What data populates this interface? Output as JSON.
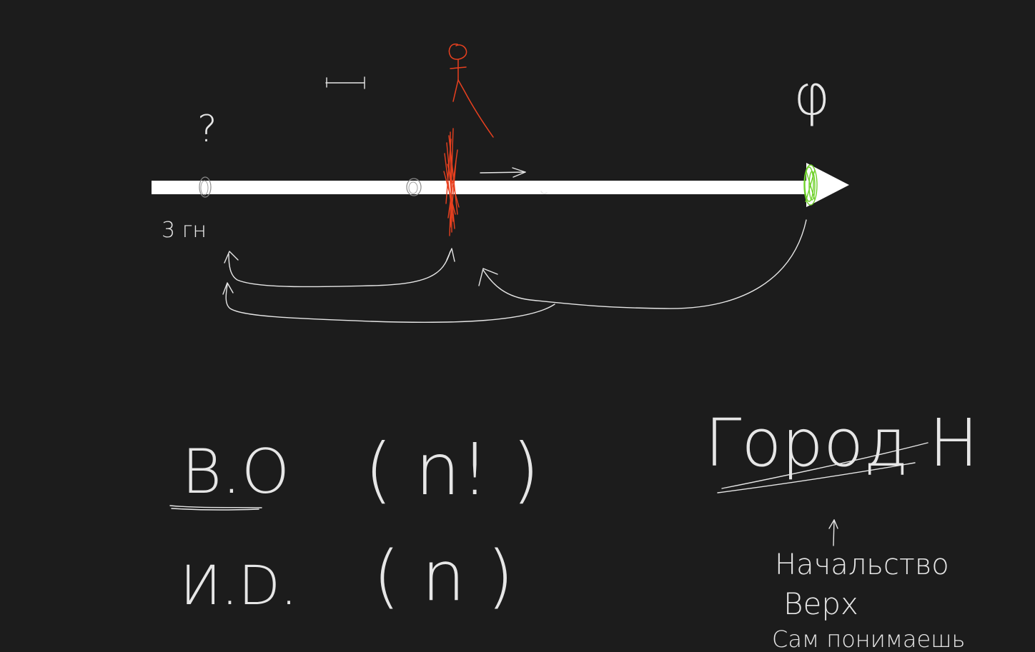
{
  "colors": {
    "background": "#1c1c1c",
    "axis": "#ffffff",
    "ink": "#e6e6e6",
    "red_mark": "#e8401f",
    "green_mark": "#6fd12a"
  },
  "marks": {
    "question": "?",
    "phi": "φ",
    "start_label": "3 гн"
  },
  "bottom": {
    "bo": "B.O",
    "bo_formula": "( n! )",
    "id": "И.D.",
    "id_formula": "( n )",
    "city": "Город Н",
    "boss_note": "Начальство",
    "top_note": "Верх",
    "self_note": "Сам понимаешь"
  },
  "icons": {
    "person": "stick-figure-icon",
    "arrow_right": "arrow-right-icon",
    "up_arrow": "arrow-up-icon"
  }
}
